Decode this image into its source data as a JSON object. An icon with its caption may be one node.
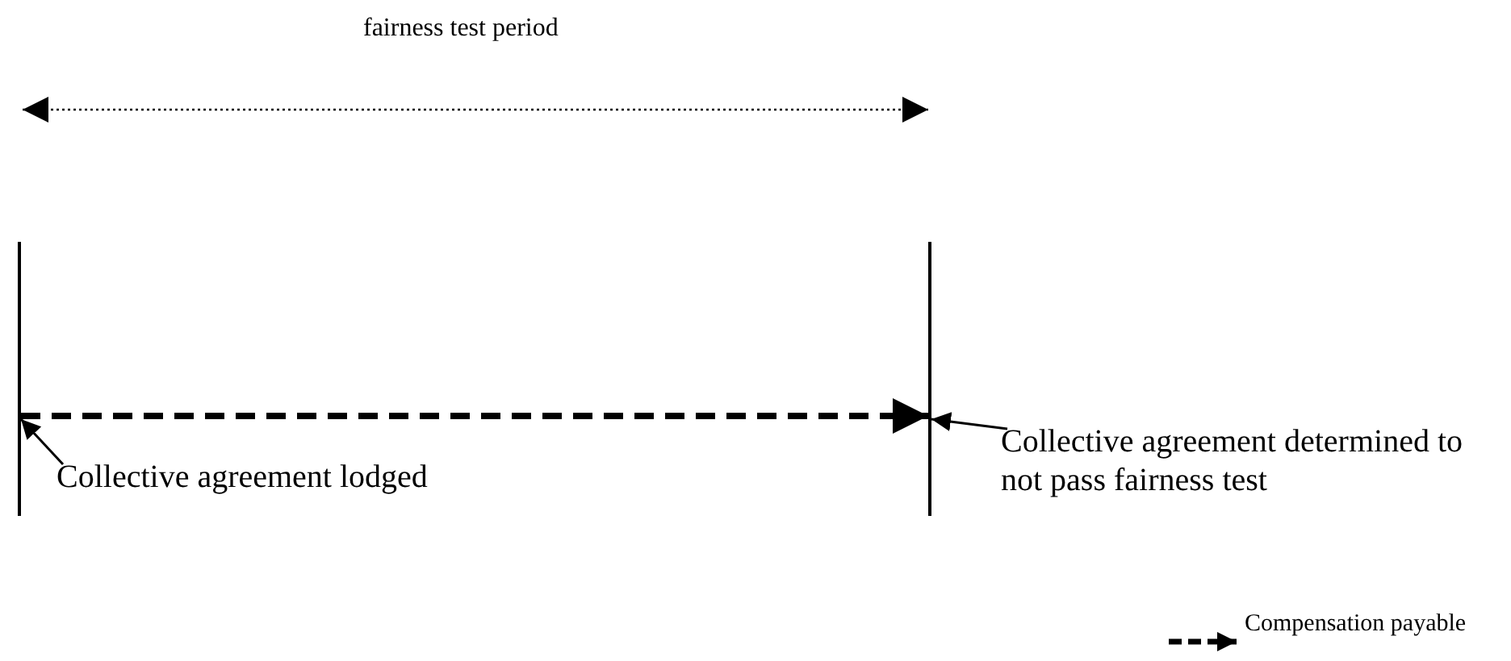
{
  "diagram": {
    "nodes": [
      {
        "text": [],
        "shape": "bar"
      },
      {
        "text": [],
        "shape": "bar"
      },
      {
        "text": [
          "Collective agreement lodged"
        ]
      },
      {
        "text": [
          "Collective agreement determined to not pass fairness test"
        ]
      }
    ],
    "edges": [
      {
        "from": 0,
        "to": 1,
        "arrow": "to",
        "style": "dashed"
      },
      {
        "from": 2,
        "to": 0,
        "arrow": "to"
      },
      {
        "from": 3,
        "to": 1,
        "arrow": "to"
      }
    ],
    "labels": [
      "fairness test period"
    ],
    "legend": [
      {
        "text": "Compensation payable"
      }
    ]
  }
}
